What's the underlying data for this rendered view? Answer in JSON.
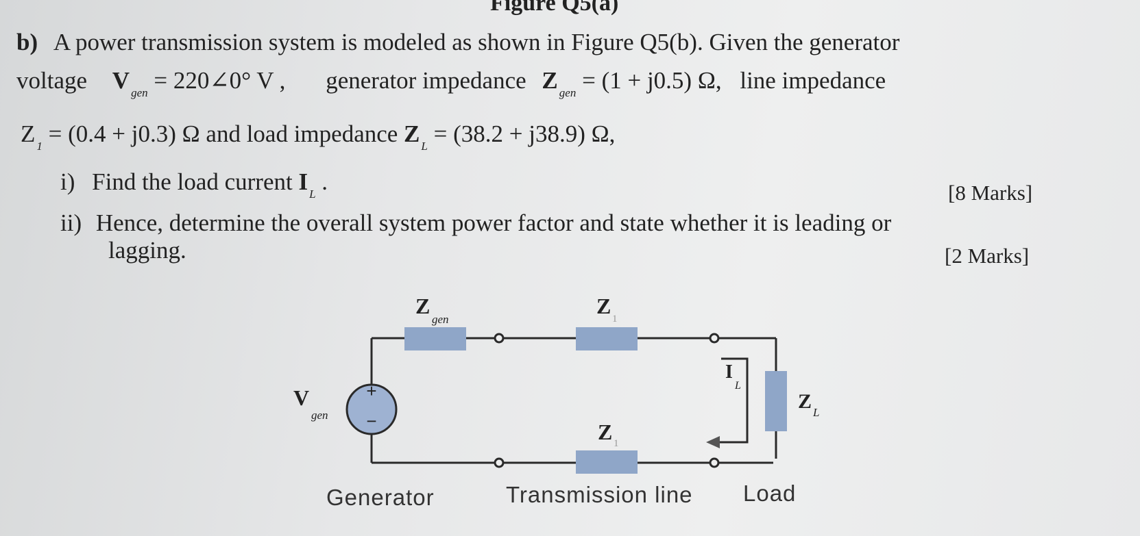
{
  "figure_caption": "Figure Q5(a)",
  "question": {
    "label": "b)",
    "line1": "A power transmission system is modeled as shown in Figure Q5(b). Given the generator",
    "line2": {
      "voltage_word": "voltage",
      "V": "V",
      "V_sub": "gen",
      "V_value": "= 220∠0° V ,",
      "gen_imp_words": "generator impedance",
      "Z": "Z",
      "Z_sub": "gen",
      "Z_value": "= (1 + j0.5) Ω,",
      "line_imp_words": "line impedance"
    },
    "line3": {
      "Z1": "Z",
      "Z1_sub": "1",
      "Z1_value": "= (0.4 + j0.3) Ω and load impedance",
      "ZL": "Z",
      "ZL_sub": "L",
      "ZL_value": "= (38.2 + j38.9) Ω,"
    },
    "part_i": {
      "label": "i)",
      "text": "Find the load current",
      "I": "I",
      "I_sub": "L",
      "end": ".",
      "marks": "[8 Marks]"
    },
    "part_ii": {
      "label": "ii)",
      "text_line1": "Hence, determine the overall system power factor and state whether it is leading or",
      "text_line2": "lagging.",
      "marks": "[2 Marks]"
    }
  },
  "circuit": {
    "zgen_label": "Z",
    "zgen_sub": "gen",
    "z_top_label": "Z",
    "z_top_sub": "1",
    "z_bottom_label": "Z",
    "z_bottom_sub": "1",
    "vgen_label": "V",
    "vgen_sub": "gen",
    "source_plus": "+",
    "source_minus": "−",
    "il_label": "I",
    "il_sub": "L",
    "zl_label": "Z",
    "zl_sub": "L",
    "section_generator": "Generator",
    "section_line": "Transmission line",
    "section_load": "Load"
  },
  "colors": {
    "wire": "#2a2a2a",
    "impedance_box": "#8fa6c8",
    "source_fill": "#9eb2d2",
    "arrow": "#555555"
  }
}
